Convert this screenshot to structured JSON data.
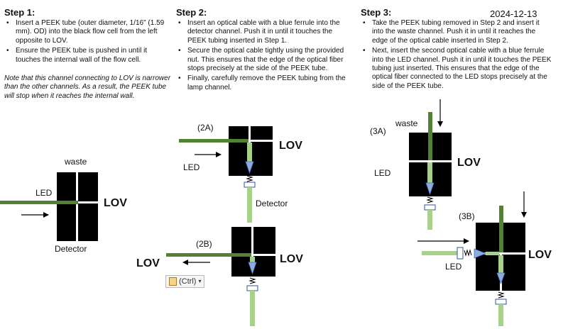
{
  "date": "2024-12-13",
  "step1": {
    "title": "Step 1:",
    "bullets": [
      "Insert a PEEK tube (outer diameter, 1/16\" (1.59 mm). OD) into the black flow cell from the left opposite to LOV.",
      "Ensure the PEEK tube is pushed in until it touches the internal wall of the flow cell."
    ],
    "note": "Note that this channel connecting to LOV  is narrower than the other channels. As a result, the PEEK tube will stop when it reaches the internal wall."
  },
  "step2": {
    "title": "Step 2:",
    "bullets": [
      "Insert an optical cable with a blue ferrule into the detector channel. Push it in until it touches the PEEK tubing inserted in Step 1.",
      "Secure the optical cable tightly using the provided nut. This ensures that the edge of the optical fiber stops precisely at the side of the PEEK tube.",
      "Finally, carefully remove the PEEK tubing from the lamp channel."
    ]
  },
  "step3": {
    "title": "Step 3:",
    "bullets": [
      "Take the PEEK tubing removed in Step 2 and insert it into the waste channel. Push it in until it reaches the edge of the optical cable inserted in Step 2.",
      "Next, insert the second optical cable with a blue ferrule into the LED channel. Push it in until it touches the PEEK tubing just inserted. This ensures that the edge of the optical fiber connected to the LED stops precisely at the side of the PEEK tube."
    ]
  },
  "labels": {
    "waste": "waste",
    "led": "LED",
    "lov": "LOV",
    "detector": "Detector",
    "d2a": "(2A)",
    "d2b": "(2B)",
    "d3a": "(3A)",
    "d3b": "(3B)",
    "ctrl_popup": "(Ctrl)"
  },
  "colors": {
    "peek": "#548235",
    "fiber": "#a9d18e",
    "ferrule": "#8faadc",
    "cell": "#000000"
  }
}
